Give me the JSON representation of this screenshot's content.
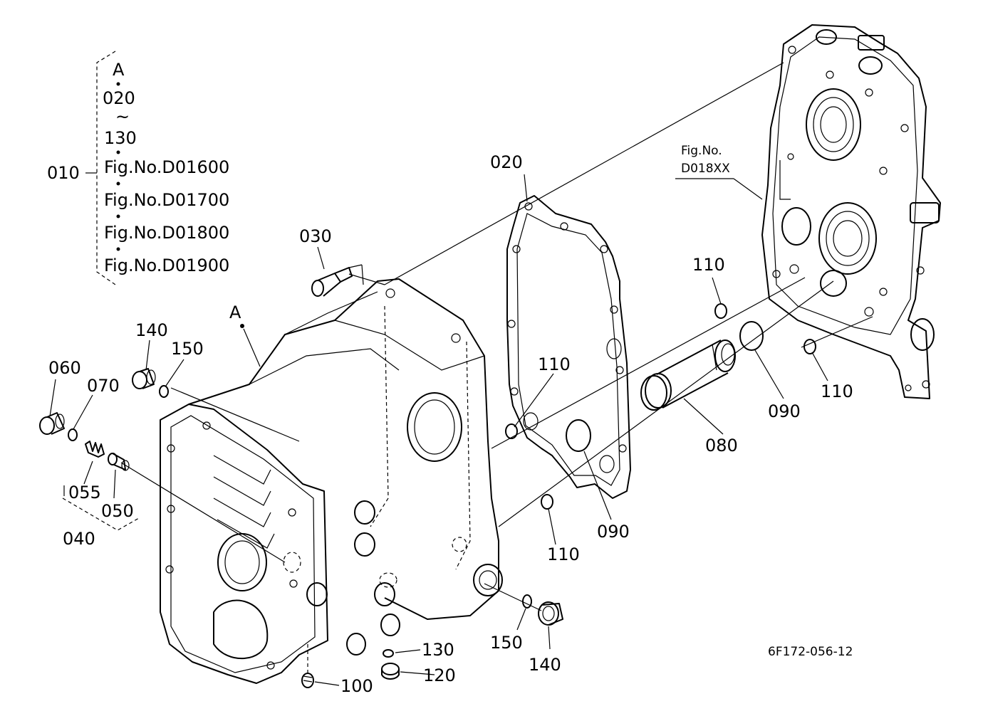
{
  "group_bracket": {
    "label": "010",
    "lines": [
      "A",
      "020",
      "~",
      "130",
      "Fig.No.D01600",
      "Fig.No.D01700",
      "Fig.No.D01800",
      "Fig.No.D01900"
    ]
  },
  "ref_fig": {
    "line1": "Fig.No.",
    "line2": "D018XX"
  },
  "ref_point": "A",
  "callouts": {
    "p020": "020",
    "p030": "030",
    "p040": "040",
    "p050": "050",
    "p055": "055",
    "p060": "060",
    "p070": "070",
    "p080": "080",
    "p090_a": "090",
    "p090_b": "090",
    "p100": "100",
    "p110_a": "110",
    "p110_b": "110",
    "p110_c": "110",
    "p110_d": "110",
    "p120": "120",
    "p130": "130",
    "p140_a": "140",
    "p140_b": "140",
    "p150_a": "150",
    "p150_b": "150"
  },
  "drawing_code": "6F172-056-12"
}
